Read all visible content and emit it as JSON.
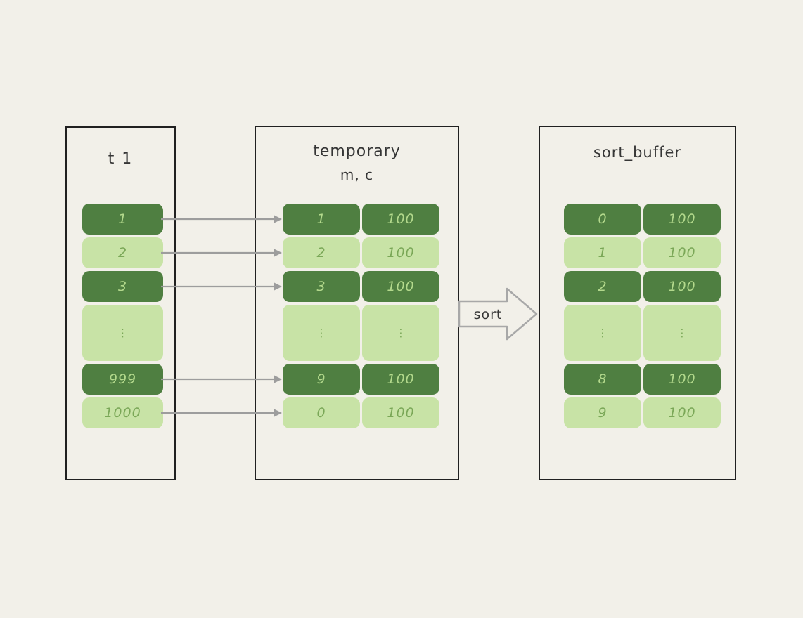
{
  "colors": {
    "bg": "#f2f0e9",
    "cell_dark": "#4f7f41",
    "cell_light": "#c8e3a6",
    "text_on_dark": "#b3d98c",
    "text_on_light": "#7aa757",
    "panel_border": "#202020",
    "title_text": "#363636",
    "arrow_gray": "#9d9d9d"
  },
  "panels": {
    "t1": {
      "title": "t 1",
      "rows": [
        {
          "shade": "dark",
          "cells": [
            "1"
          ]
        },
        {
          "shade": "light",
          "cells": [
            "2"
          ]
        },
        {
          "shade": "dark",
          "cells": [
            "3"
          ]
        },
        {
          "shade": "light",
          "cells": [
            "⋮"
          ],
          "tall": true
        },
        {
          "shade": "dark",
          "cells": [
            "999"
          ]
        },
        {
          "shade": "light",
          "cells": [
            "1000"
          ]
        }
      ]
    },
    "temporary": {
      "title": "temporary",
      "subtitle": "m, c",
      "rows": [
        {
          "shade": "dark",
          "cells": [
            "1",
            "100"
          ]
        },
        {
          "shade": "light",
          "cells": [
            "2",
            "100"
          ]
        },
        {
          "shade": "dark",
          "cells": [
            "3",
            "100"
          ]
        },
        {
          "shade": "light",
          "cells": [
            "⋮",
            "⋮"
          ],
          "tall": true
        },
        {
          "shade": "dark",
          "cells": [
            "9",
            "100"
          ]
        },
        {
          "shade": "light",
          "cells": [
            "0",
            "100"
          ]
        }
      ]
    },
    "sort_buffer": {
      "title": "sort_buffer",
      "rows": [
        {
          "shade": "dark",
          "cells": [
            "0",
            "100"
          ]
        },
        {
          "shade": "light",
          "cells": [
            "1",
            "100"
          ]
        },
        {
          "shade": "dark",
          "cells": [
            "2",
            "100"
          ]
        },
        {
          "shade": "light",
          "cells": [
            "⋮",
            "⋮"
          ],
          "tall": true
        },
        {
          "shade": "dark",
          "cells": [
            "8",
            "100"
          ]
        },
        {
          "shade": "light",
          "cells": [
            "9",
            "100"
          ]
        }
      ]
    }
  },
  "sort_arrow": {
    "label": "sort"
  }
}
